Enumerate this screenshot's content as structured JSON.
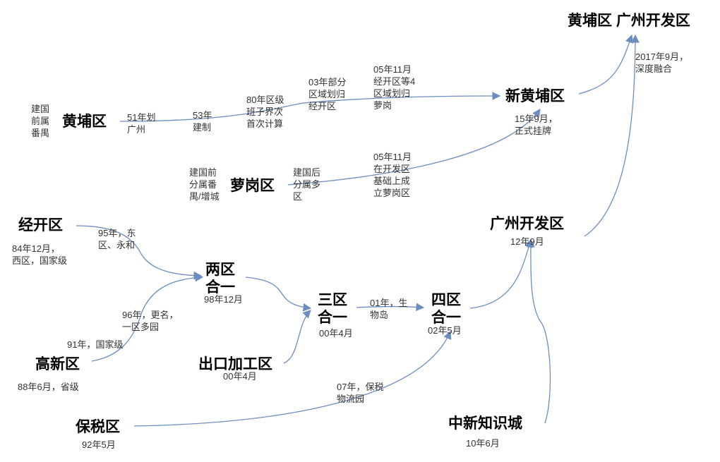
{
  "nodes": {
    "huangpu_old": "黄埔区",
    "luogang": "萝岗区",
    "xinhuangpu": "新黄埔区",
    "final": "黄埔区 广州开发区",
    "jingkai": "经开区",
    "gaoxin": "高新区",
    "baoshui": "保税区",
    "chukou": "出口加工区",
    "liangqu": "两区\n合一",
    "sanqu": "三区\n合一",
    "siqu": "四区\n合一",
    "guangzhou_kaifa": "广州开发区",
    "zhongxin": "中新知识城"
  },
  "notes": {
    "huangpu_before": "建国\n前属\n番禺",
    "y51": "51年划\n广州",
    "y53": "53年\n建制",
    "y80": "80年区级\n班子界次\n首次计算",
    "y03": "03年部分\n区域划归\n经开区",
    "y05a": "05年11月\n经开区等4\n区域划归\n萝岗",
    "y15": "15年9月，\n正式挂牌",
    "y2017": "2017年9月，\n深度融合",
    "luogang_before": "建国前\n分属番\n禺/增城",
    "luogang_after": "建国后\n分属多\n区",
    "y05b": "05年11月\n在开发区\n基础上成\n立萝岗区",
    "jingkai_date": "84年12月，\n西区，国家级",
    "y95": "95年，东\n区、永和",
    "liangqu_date": "98年12月",
    "y96": "96年，更名，\n一区多园",
    "y91": "91年，国家级",
    "gaoxin_date": "88年6月，省级",
    "sanqu_date": "00年4月",
    "chukou_date": "00年4月",
    "y01": "01年，生\n物岛",
    "siqu_date": "02年5月",
    "gz_date": "12年9月",
    "y07": "07年，保税\n物流园",
    "baoshui_date": "92年5月",
    "zhongxin_date": "10年6月"
  },
  "colors": {
    "arrow": "#6d8dc0",
    "text": "#111111",
    "note": "#333333"
  }
}
